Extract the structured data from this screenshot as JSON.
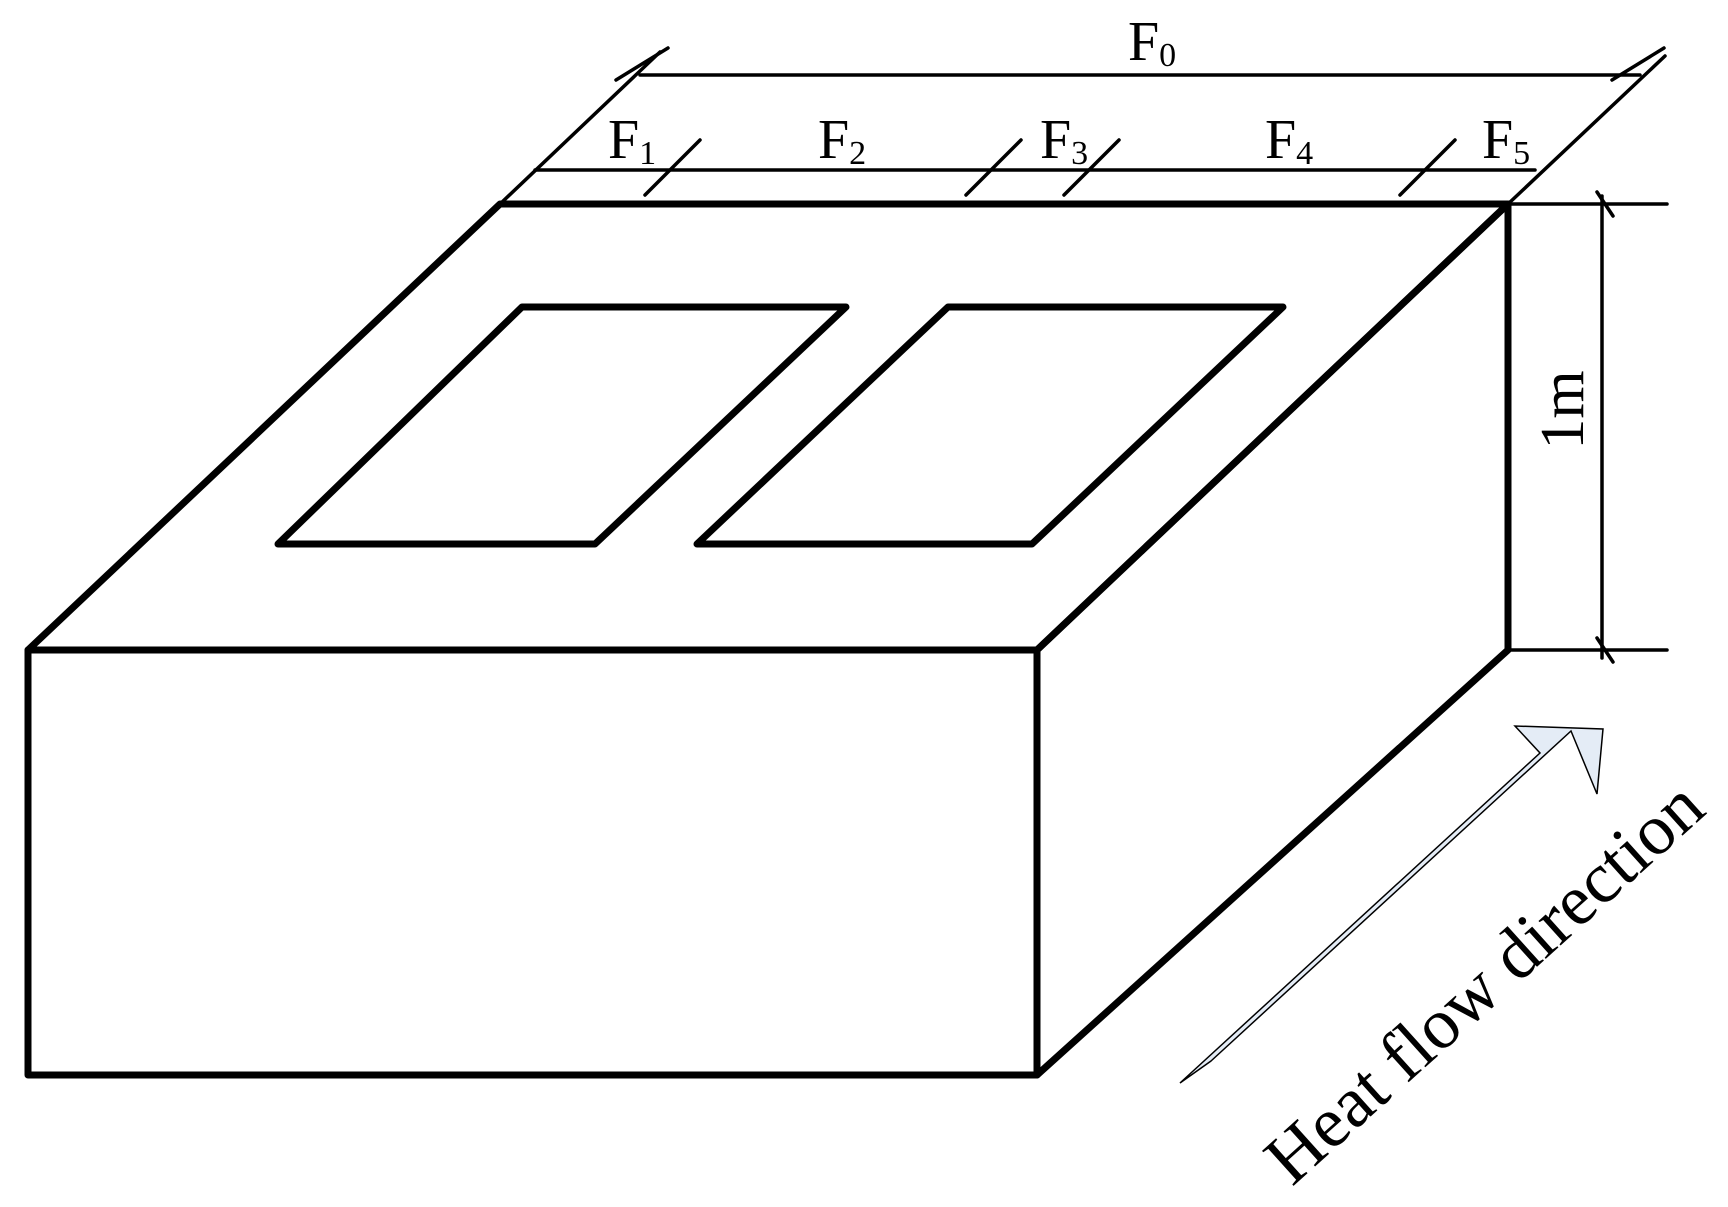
{
  "diagram": {
    "labels": {
      "total_width": {
        "letter": "F",
        "subscript": "0"
      },
      "segments": [
        {
          "letter": "F",
          "subscript": "1"
        },
        {
          "letter": "F",
          "subscript": "2"
        },
        {
          "letter": "F",
          "subscript": "3"
        },
        {
          "letter": "F",
          "subscript": "4"
        },
        {
          "letter": "F",
          "subscript": "5"
        }
      ],
      "height": "1m",
      "heat_flow": "Heat flow direction"
    },
    "colors": {
      "stroke": "#000000",
      "arrow_fill": "#e4ecf6",
      "background": "#ffffff"
    }
  }
}
